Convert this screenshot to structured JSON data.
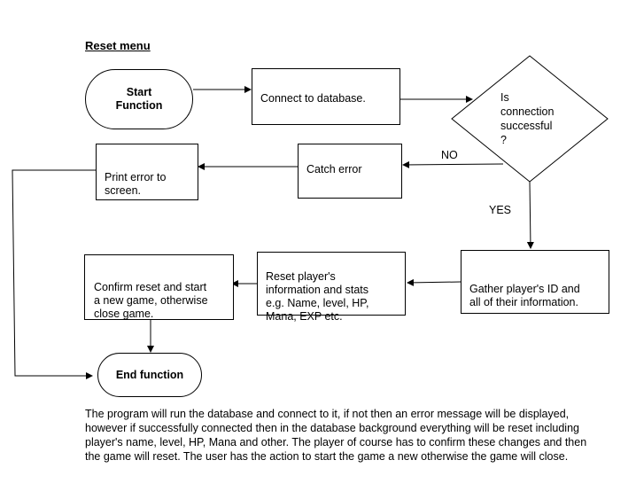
{
  "diagram": {
    "title": "Reset menu",
    "nodes": {
      "start": "Start\nFunction",
      "connect": "Connect to database.",
      "decision": "Is\nconnection\nsuccessful\n?",
      "catch": "Catch error",
      "print": "Print error to\nscreen.",
      "gather": "Gather player's ID and\nall of their information.",
      "reset": "Reset player's\ninformation and stats\ne.g. Name, level, HP,\nMana, EXP etc.",
      "confirm": "Confirm reset and start\na new game, otherwise\nclose game.",
      "end": "End function"
    },
    "edge_labels": {
      "no": "NO",
      "yes": "YES"
    },
    "description": "The program will run the database and connect to it, if not then an error message will be displayed, however if successfully connected then in the database background everything will be reset including player's name, level, HP, Mana and other. The player of course has to confirm these changes and then the game will reset. The user has the action to start the game a new otherwise the game will close."
  }
}
